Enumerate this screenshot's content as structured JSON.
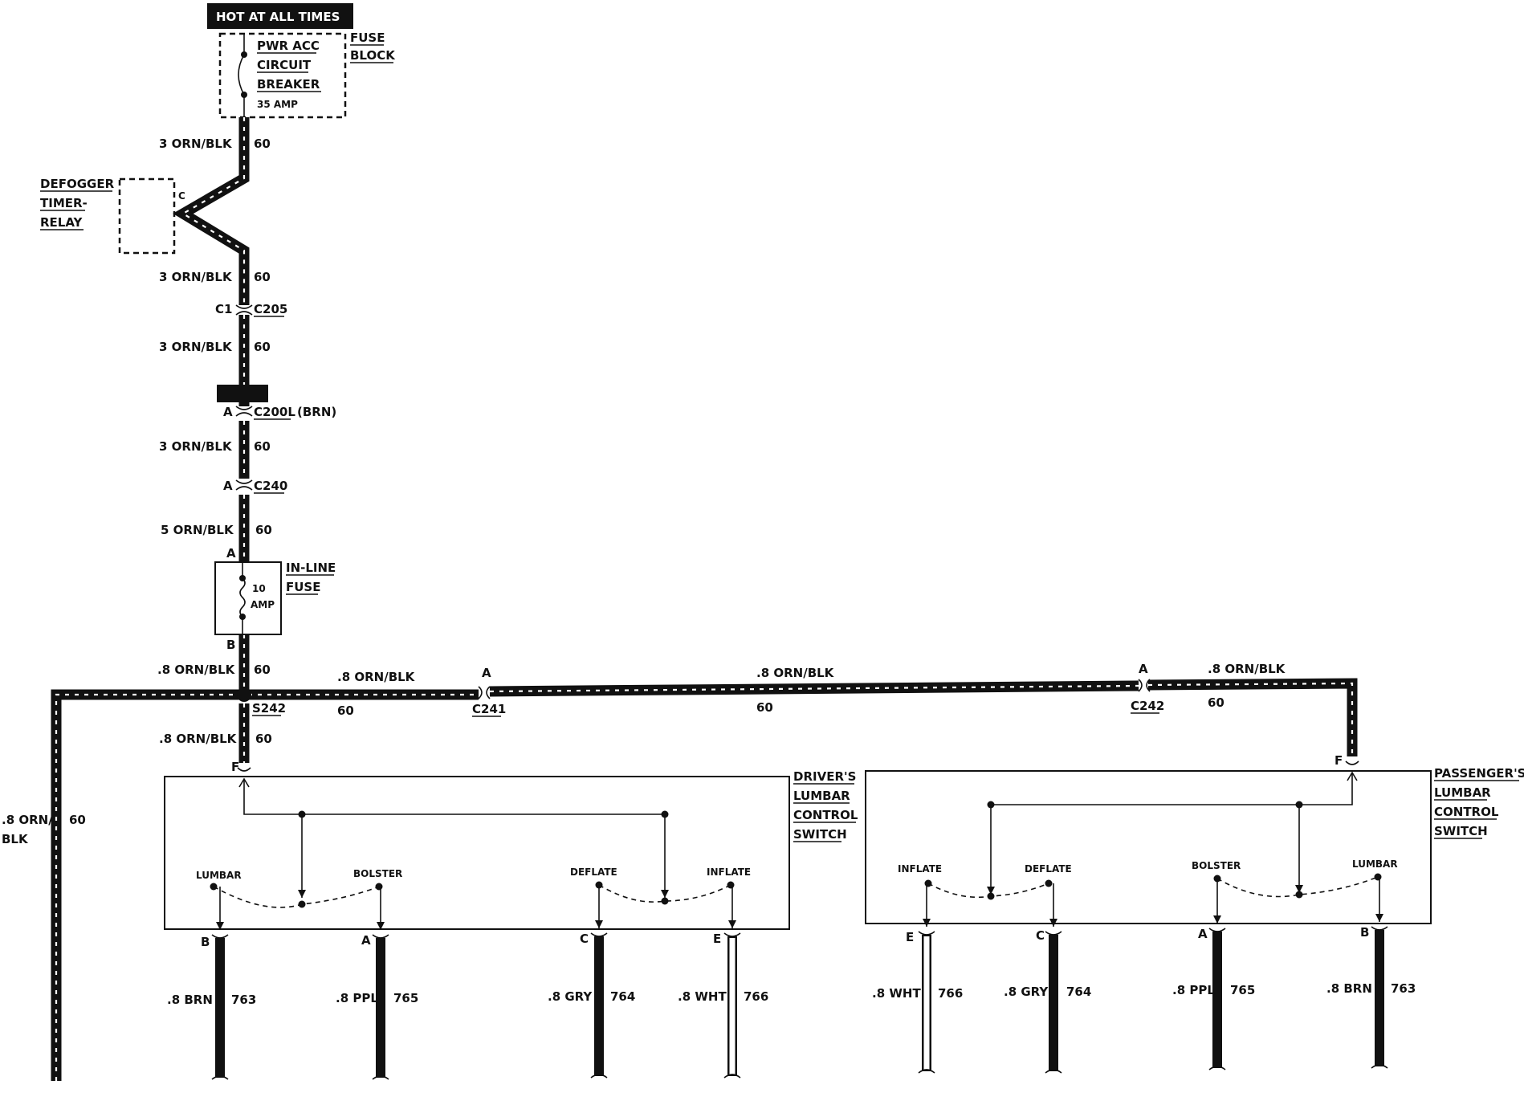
{
  "power": {
    "header": "HOT AT ALL TIMES",
    "fuse_block_label": [
      "FUSE",
      "BLOCK"
    ],
    "breaker_label": [
      "PWR ACC",
      "CIRCUIT",
      "BREAKER"
    ],
    "breaker_rating": "35 AMP"
  },
  "defogger": {
    "label": [
      "DEFOGGER",
      "TIMER-",
      "RELAY"
    ],
    "pin": "C"
  },
  "main_feed": {
    "wires": [
      {
        "size_color": "3 ORN/BLK",
        "circuit": "60"
      },
      {
        "size_color": "3 ORN/BLK",
        "circuit": "60"
      },
      {
        "size_color": "3 ORN/BLK",
        "circuit": "60"
      },
      {
        "size_color": "3 ORN/BLK",
        "circuit": "60"
      },
      {
        "size_color": "5 ORN/BLK",
        "circuit": "60"
      },
      {
        "size_color": ".8 ORN/BLK",
        "circuit": "60"
      },
      {
        "size_color": ".8 ORN/BLK",
        "circuit": "60"
      }
    ],
    "connectors": [
      {
        "pin": "C1",
        "name": "C205"
      },
      {
        "pin": "A",
        "name": "C200L",
        "note": "(BRN)"
      },
      {
        "pin": "A",
        "name": "C240"
      }
    ]
  },
  "inline_fuse": {
    "label": [
      "IN-LINE",
      "FUSE"
    ],
    "rating": [
      "10",
      "AMP"
    ],
    "pin_in": "A",
    "pin_out": "B"
  },
  "splice": {
    "name": "S242",
    "bus_segments": [
      {
        "size_color": ".8 ORN/BLK",
        "circuit": "60"
      },
      {
        "size_color": ".8 ORN/BLK",
        "circuit": "60"
      },
      {
        "size_color": ".8 ORN/BLK",
        "circuit": "60"
      }
    ],
    "bus_connectors": [
      {
        "pin": "A",
        "name": "C241"
      },
      {
        "pin": "A",
        "name": "C242"
      }
    ],
    "left_branch": {
      "size_color_1": ".8 ORN/",
      "size_color_2": "BLK",
      "circuit": "60"
    }
  },
  "drivers_switch": {
    "title": [
      "DRIVER'S",
      "LUMBAR",
      "CONTROL",
      "SWITCH"
    ],
    "input_pin": "F",
    "positions": [
      "LUMBAR",
      "BOLSTER",
      "DEFLATE",
      "INFLATE"
    ],
    "outputs": [
      {
        "pin": "B",
        "size_color": ".8 BRN",
        "circuit": "763"
      },
      {
        "pin": "A",
        "size_color": ".8 PPL",
        "circuit": "765"
      },
      {
        "pin": "C",
        "size_color": ".8 GRY",
        "circuit": "764"
      },
      {
        "pin": "E",
        "size_color": ".8 WHT",
        "circuit": "766"
      }
    ]
  },
  "passengers_switch": {
    "title": [
      "PASSENGER'S",
      "LUMBAR",
      "CONTROL",
      "SWITCH"
    ],
    "input_pin": "F",
    "positions": [
      "INFLATE",
      "DEFLATE",
      "BOLSTER",
      "LUMBAR"
    ],
    "outputs": [
      {
        "pin": "E",
        "size_color": ".8 WHT",
        "circuit": "766"
      },
      {
        "pin": "C",
        "size_color": ".8 GRY",
        "circuit": "764"
      },
      {
        "pin": "A",
        "size_color": ".8 PPL",
        "circuit": "765"
      },
      {
        "pin": "B",
        "size_color": ".8 BRN",
        "circuit": "763"
      }
    ]
  }
}
